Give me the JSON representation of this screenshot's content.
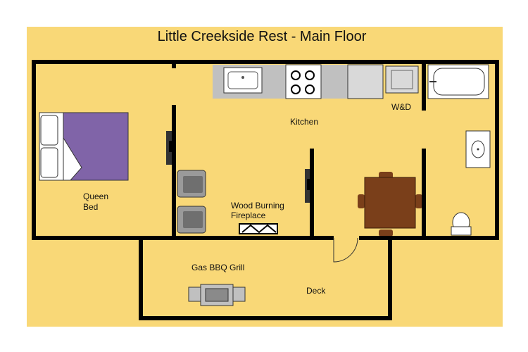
{
  "title": "Little Creekside Rest - Main Floor",
  "colors": {
    "background": "#f9d877",
    "wall": "#000000",
    "bed": "#8064a8",
    "table": "#7a3f1a",
    "counter": "#c0c0c0",
    "appliance": "#d9d9d9"
  },
  "labels": {
    "queen": "Queen",
    "bed": "Bed",
    "kitchen": "Kitchen",
    "wd": "W&D",
    "fireplace_1": "Wood Burning",
    "fireplace_2": "Fireplace",
    "grill": "Gas BBQ Grill",
    "deck": "Deck"
  }
}
